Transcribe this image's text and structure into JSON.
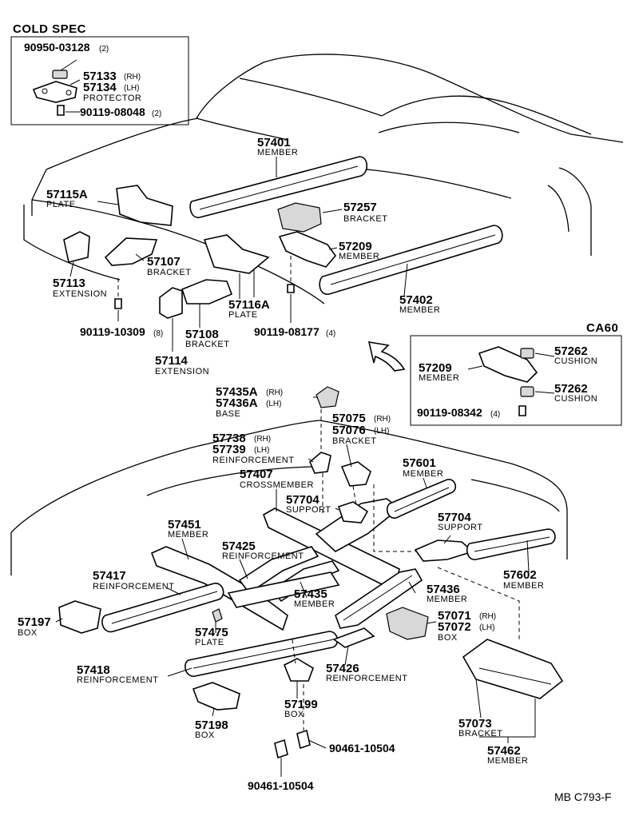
{
  "cold_spec": {
    "title": "COLD SPEC",
    "items": [
      {
        "id": "cs1",
        "number": "90950-03128",
        "suffix": "(2)"
      },
      {
        "id": "cs2",
        "number": "57133",
        "suffix": "(RH)"
      },
      {
        "id": "cs3",
        "number": "57134",
        "suffix": "(LH)",
        "label": "PROTECTOR"
      },
      {
        "id": "cs4",
        "number": "90119-08048",
        "suffix": "(2)"
      }
    ]
  },
  "ca60": {
    "title": "CA60",
    "items": [
      {
        "id": "ca1",
        "number": "57209",
        "label": "MEMBER"
      },
      {
        "id": "ca2",
        "number": "57262",
        "label": "CUSHION"
      },
      {
        "id": "ca3",
        "number": "57262",
        "label": "CUSHION"
      },
      {
        "id": "ca4",
        "number": "90119-08342",
        "suffix": "(4)"
      }
    ]
  },
  "parts": [
    {
      "id": "p57401",
      "number": "57401",
      "label": "MEMBER"
    },
    {
      "id": "p57115a",
      "number": "57115A",
      "label": "PLATE"
    },
    {
      "id": "p57257",
      "number": "57257",
      "label": "BRACKET"
    },
    {
      "id": "p57209",
      "number": "57209",
      "label": "MEMBER"
    },
    {
      "id": "p57107",
      "number": "57107",
      "label": "BRACKET"
    },
    {
      "id": "p57113",
      "number": "57113",
      "label": "EXTENSION"
    },
    {
      "id": "p57116a",
      "number": "57116A",
      "label": "PLATE"
    },
    {
      "id": "p57402",
      "number": "57402",
      "label": "MEMBER"
    },
    {
      "id": "p90119_10309",
      "number": "90119-10309",
      "suffix": "(8)"
    },
    {
      "id": "p57108",
      "number": "57108",
      "label": "BRACKET"
    },
    {
      "id": "p90119_08177",
      "number": "90119-08177",
      "suffix": "(4)"
    },
    {
      "id": "p57114",
      "number": "57114",
      "label": "EXTENSION"
    },
    {
      "id": "p57435a",
      "number": "57435A",
      "suffix": "(RH)"
    },
    {
      "id": "p57436a",
      "number": "57436A",
      "suffix": "(LH)",
      "label": "BASE"
    },
    {
      "id": "p57075",
      "number": "57075",
      "suffix": "(RH)"
    },
    {
      "id": "p57076",
      "number": "57076",
      "suffix": "(LH)",
      "label": "BRACKET"
    },
    {
      "id": "p57738",
      "number": "57738",
      "suffix": "(RH)"
    },
    {
      "id": "p57739",
      "number": "57739",
      "suffix": "(LH)",
      "label": "REINFORCEMENT"
    },
    {
      "id": "p57407",
      "number": "57407",
      "label": "CROSSMEMBER"
    },
    {
      "id": "p57601",
      "number": "57601",
      "label": "MEMBER"
    },
    {
      "id": "p57704a",
      "number": "57704",
      "label": "SUPPORT"
    },
    {
      "id": "p57704b",
      "number": "57704",
      "label": "SUPPORT"
    },
    {
      "id": "p57451",
      "number": "57451",
      "label": "MEMBER"
    },
    {
      "id": "p57425",
      "number": "57425",
      "label": "REINFORCEMENT"
    },
    {
      "id": "p57602",
      "number": "57602",
      "label": "MEMBER"
    },
    {
      "id": "p57417",
      "number": "57417",
      "label": "REINFORCEMENT"
    },
    {
      "id": "p57435",
      "number": "57435",
      "label": "MEMBER"
    },
    {
      "id": "p57436",
      "number": "57436",
      "label": "MEMBER"
    },
    {
      "id": "p57197",
      "number": "57197",
      "label": "BOX"
    },
    {
      "id": "p57071",
      "number": "57071",
      "suffix": "(RH)"
    },
    {
      "id": "p57072",
      "number": "57072",
      "suffix": "(LH)",
      "label": "BOX"
    },
    {
      "id": "p57475",
      "number": "57475",
      "label": "PLATE"
    },
    {
      "id": "p57418",
      "number": "57418",
      "label": "REINFORCEMENT"
    },
    {
      "id": "p57426",
      "number": "57426",
      "label": "REINFORCEMENT"
    },
    {
      "id": "p57199",
      "number": "57199",
      "label": "BOX"
    },
    {
      "id": "p57198",
      "number": "57198",
      "label": "BOX"
    },
    {
      "id": "p57073",
      "number": "57073",
      "label": "BRACKET"
    },
    {
      "id": "p57462",
      "number": "57462",
      "label": "MEMBER"
    },
    {
      "id": "p90461a",
      "number": "90461-10504"
    },
    {
      "id": "p90461b",
      "number": "90461-10504"
    }
  ],
  "footer_code": "MB  C793-F"
}
